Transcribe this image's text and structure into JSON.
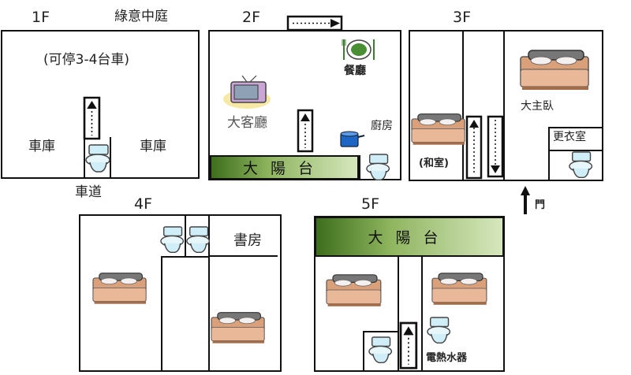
{
  "floors": {
    "f1": {
      "label": "1F",
      "courtyard": "綠意中庭",
      "parking_note": "(可停3-4台車)",
      "garage_left": "車庫",
      "garage_right": "車庫",
      "driveway": "車道"
    },
    "f2": {
      "label": "2F",
      "dining": "餐廳",
      "living": "大客廳",
      "kitchen": "廚房",
      "terrace": "大陽台"
    },
    "f3": {
      "label": "3F",
      "master": "大主臥",
      "closet": "更衣室",
      "washitsu": "(和室)",
      "door": "門"
    },
    "f4": {
      "label": "4F",
      "study": "書房"
    },
    "f5": {
      "label": "5F",
      "terrace": "大陽台",
      "heater": "電熱水器"
    }
  },
  "icons": [
    "stairs-icon",
    "toilet-icon",
    "bed-icon",
    "tv-icon",
    "plate-icon",
    "pot-icon",
    "arrow-up-icon"
  ]
}
